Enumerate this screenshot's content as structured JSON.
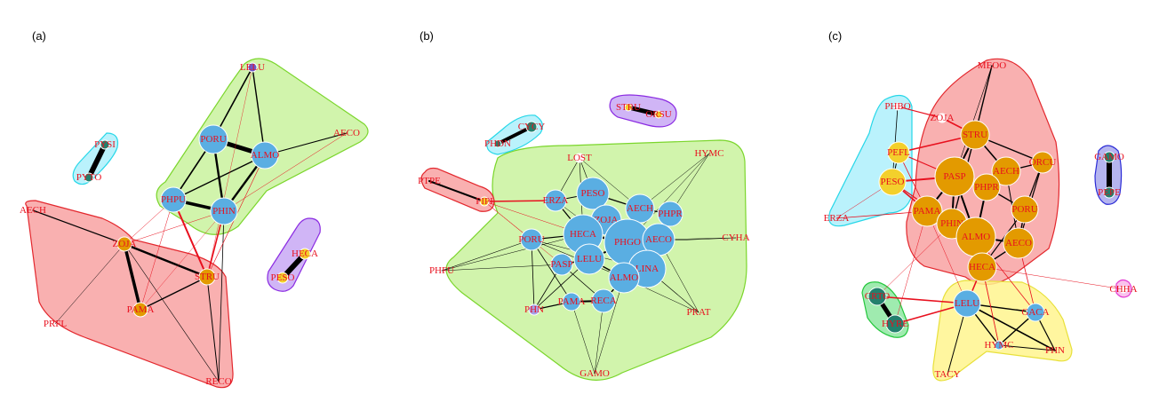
{
  "panels": [
    {
      "label": "(a)"
    },
    {
      "label": "(b)"
    },
    {
      "label": "(c)"
    }
  ],
  "colors": {
    "red_edge": "#e8101e",
    "black_edge": "#000000",
    "node_blue": "#5aaee2",
    "node_orange": "#e39a00",
    "node_yellow": "#f3d02c",
    "node_teal": "#23806d",
    "node_purple": "#6a5acd",
    "node_lavender": "#a7a2e8",
    "node_pink": "#f58ac8",
    "node_white": "#ffffff",
    "hull_green": "#c9f29d",
    "hull_red": "#f8a2a2",
    "hull_cyan": "#aef0fb",
    "hull_purple": "#c8a8f5",
    "hull_blue": "#6060d8",
    "hull_yellow": "#fff58e",
    "hull_pink": "#f9b7e9",
    "hull_mint": "#8ee7a1"
  },
  "networks": [
    {
      "panel": "(a)",
      "nodes": [
        {
          "label": "LELU",
          "color": "node_purple"
        },
        {
          "label": "AECO",
          "color": "node_white"
        },
        {
          "label": "PORU",
          "color": "node_blue"
        },
        {
          "label": "ALMO",
          "color": "node_blue"
        },
        {
          "label": "PYSI",
          "color": "node_teal"
        },
        {
          "label": "PYTO",
          "color": "node_teal"
        },
        {
          "label": "PHPU",
          "color": "node_blue"
        },
        {
          "label": "PHIN",
          "color": "node_blue"
        },
        {
          "label": "AECH",
          "color": "node_white"
        },
        {
          "label": "ZOJA",
          "color": "node_orange"
        },
        {
          "label": "STRU",
          "color": "node_orange"
        },
        {
          "label": "HECA",
          "color": "node_yellow"
        },
        {
          "label": "PESO",
          "color": "node_yellow"
        },
        {
          "label": "PAMA",
          "color": "node_orange"
        },
        {
          "label": "PRFL",
          "color": "node_white"
        },
        {
          "label": "RECO",
          "color": "node_white"
        }
      ]
    },
    {
      "panel": "(b)",
      "nodes": [
        {
          "label": "STRU",
          "color": "node_yellow"
        },
        {
          "label": "ORSU",
          "color": "node_yellow"
        },
        {
          "label": "CYCY",
          "color": "node_teal"
        },
        {
          "label": "PHDN",
          "color": "node_teal"
        },
        {
          "label": "LOST",
          "color": "node_white"
        },
        {
          "label": "HYMC",
          "color": "node_white"
        },
        {
          "label": "PTPE",
          "color": "node_white"
        },
        {
          "label": "PIPI",
          "color": "node_yellow"
        },
        {
          "label": "ERZA",
          "color": "node_blue"
        },
        {
          "label": "PESO",
          "color": "node_blue"
        },
        {
          "label": "AECH",
          "color": "node_blue"
        },
        {
          "label": "PHPR",
          "color": "node_blue"
        },
        {
          "label": "ZOJA",
          "color": "node_blue"
        },
        {
          "label": "HECA",
          "color": "node_blue"
        },
        {
          "label": "PHGO",
          "color": "node_blue"
        },
        {
          "label": "AECO",
          "color": "node_blue"
        },
        {
          "label": "CYHA",
          "color": "node_white"
        },
        {
          "label": "PORU",
          "color": "node_blue"
        },
        {
          "label": "PASP",
          "color": "node_blue"
        },
        {
          "label": "LELU",
          "color": "node_blue"
        },
        {
          "label": "LINA",
          "color": "node_blue"
        },
        {
          "label": "ALMO",
          "color": "node_blue"
        },
        {
          "label": "PHFU",
          "color": "node_white"
        },
        {
          "label": "PAMA",
          "color": "node_blue"
        },
        {
          "label": "RECA",
          "color": "node_blue"
        },
        {
          "label": "PHN",
          "color": "node_lavender"
        },
        {
          "label": "PRAT",
          "color": "node_white"
        },
        {
          "label": "GAMO",
          "color": "node_white"
        }
      ]
    },
    {
      "panel": "(c)",
      "nodes": [
        {
          "label": "MEOO",
          "color": "node_white"
        },
        {
          "label": "PHBO",
          "color": "node_white"
        },
        {
          "label": "ZOJA",
          "color": "node_white"
        },
        {
          "label": "STRU",
          "color": "node_orange"
        },
        {
          "label": "PEFL",
          "color": "node_yellow"
        },
        {
          "label": "ORCU",
          "color": "node_orange"
        },
        {
          "label": "AECH",
          "color": "node_orange"
        },
        {
          "label": "PESO",
          "color": "node_yellow"
        },
        {
          "label": "PASP",
          "color": "node_orange"
        },
        {
          "label": "PHPR",
          "color": "node_orange"
        },
        {
          "label": "GAMO",
          "color": "node_teal"
        },
        {
          "label": "PEPE",
          "color": "node_teal"
        },
        {
          "label": "ERZA",
          "color": "node_white"
        },
        {
          "label": "PAMA",
          "color": "node_orange"
        },
        {
          "label": "PHIN",
          "color": "node_orange"
        },
        {
          "label": "PORU",
          "color": "node_orange"
        },
        {
          "label": "ALMO",
          "color": "node_orange"
        },
        {
          "label": "AECO",
          "color": "node_orange"
        },
        {
          "label": "HECA",
          "color": "node_orange"
        },
        {
          "label": "CHHA",
          "color": "node_white"
        },
        {
          "label": "CRTO",
          "color": "node_teal"
        },
        {
          "label": "LELU",
          "color": "node_blue"
        },
        {
          "label": "GACA",
          "color": "node_blue"
        },
        {
          "label": "HYRE",
          "color": "node_teal"
        },
        {
          "label": "HYMC",
          "color": "node_blue"
        },
        {
          "label": "PHN",
          "color": "node_white"
        },
        {
          "label": "TACY",
          "color": "node_white"
        }
      ]
    }
  ]
}
